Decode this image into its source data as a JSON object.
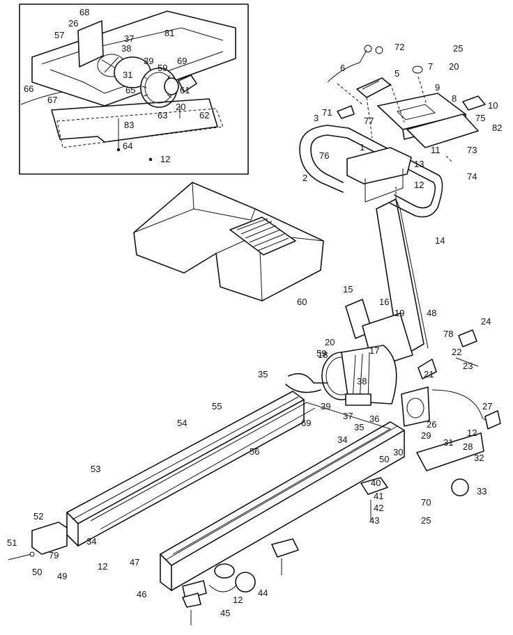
{
  "inset": {
    "labels": [
      "68",
      "26",
      "57",
      "37",
      "38",
      "81",
      "31",
      "39",
      "59",
      "69",
      "66",
      "65",
      "61",
      "67",
      "63",
      "20",
      "83",
      "62",
      "64",
      "12"
    ]
  },
  "main": {
    "labels": [
      "72",
      "25",
      "6",
      "7",
      "20",
      "5",
      "9",
      "8",
      "10",
      "71",
      "75",
      "3",
      "77",
      "82",
      "1",
      "11",
      "73",
      "13",
      "76",
      "2",
      "12",
      "74",
      "14",
      "60",
      "15",
      "16",
      "19",
      "48",
      "24",
      "78",
      "22",
      "23",
      "20",
      "18",
      "17",
      "59",
      "35",
      "38",
      "21",
      "27",
      "39",
      "69",
      "37",
      "36",
      "35",
      "26",
      "12",
      "55",
      "54",
      "29",
      "34",
      "28",
      "31",
      "32",
      "50",
      "30",
      "56",
      "53",
      "40",
      "41",
      "33",
      "70",
      "42",
      "43",
      "25",
      "52",
      "34",
      "51",
      "50",
      "79",
      "49",
      "12",
      "47",
      "46",
      "44",
      "12",
      "45"
    ]
  }
}
